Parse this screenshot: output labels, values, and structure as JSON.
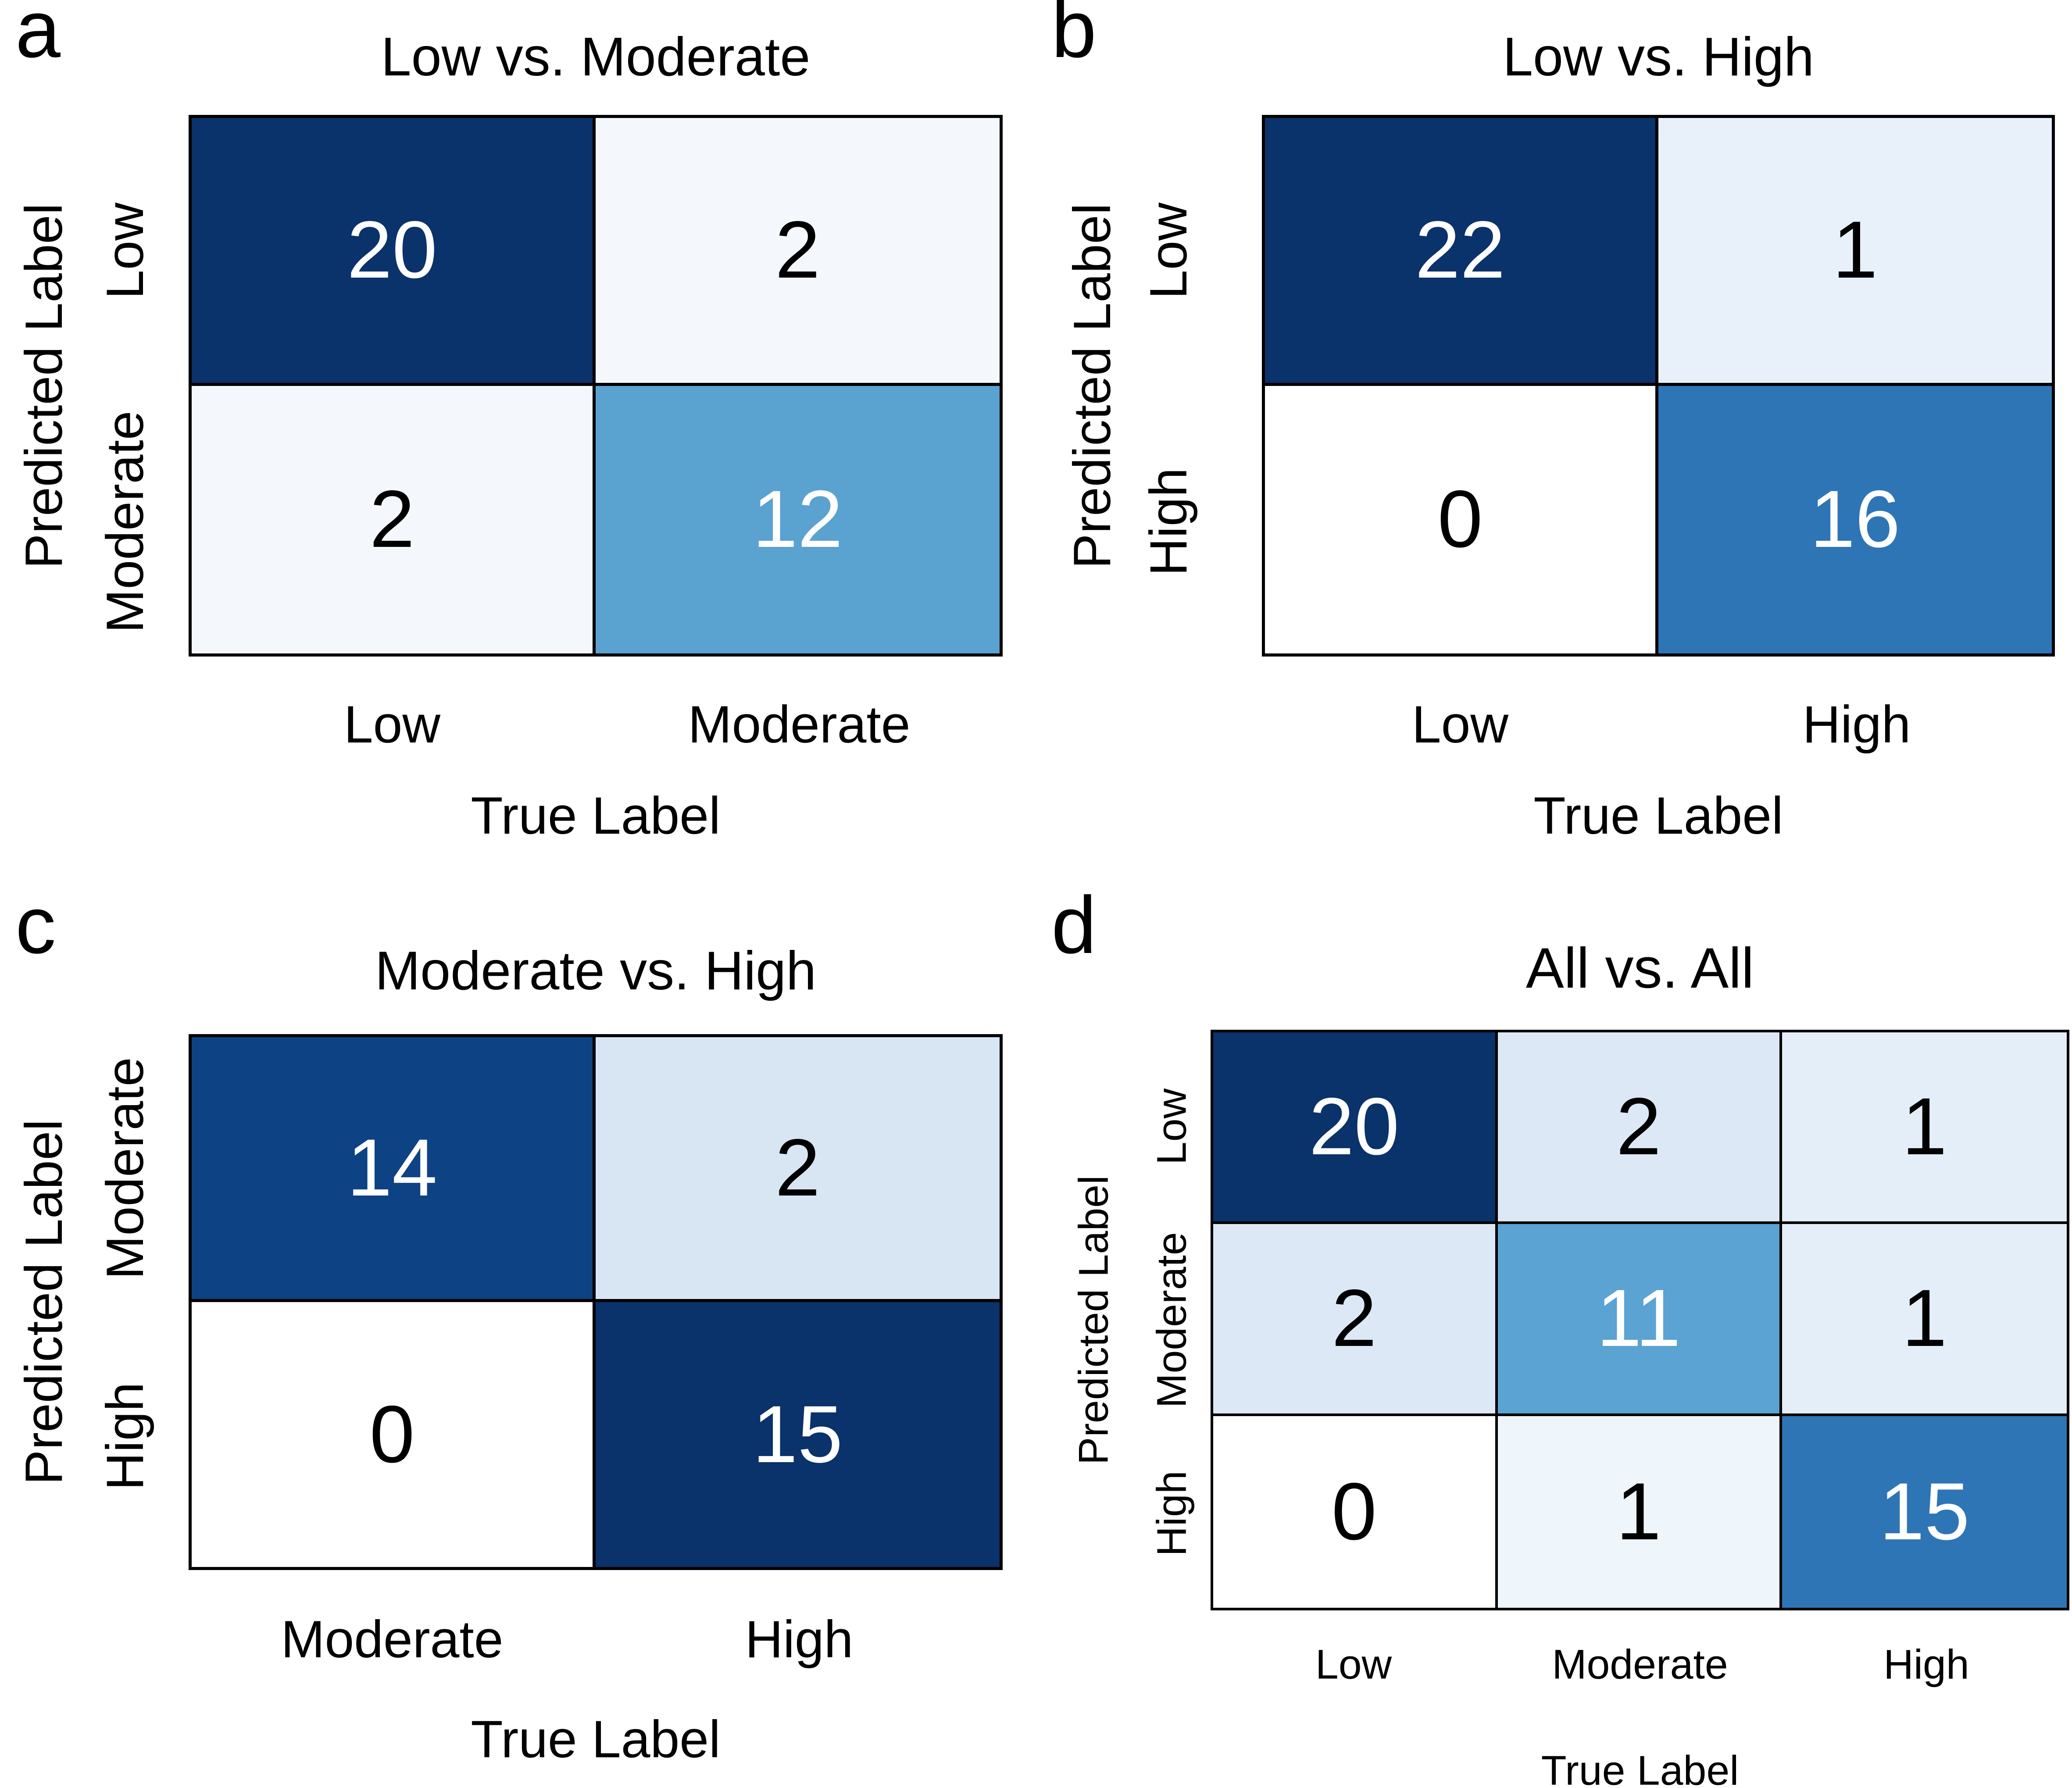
{
  "figure": {
    "background": "#ffffff",
    "grid_line_color": "#000000",
    "panels": [
      {
        "letter": "a",
        "title": "Low vs. Moderate",
        "xlabel": "True Label",
        "ylabel": "Predicted Label",
        "row_labels": [
          "Low",
          "Moderate"
        ],
        "col_labels": [
          "Low",
          "Moderate"
        ],
        "cells": [
          [
            {
              "value": "20",
              "bg": "#0a326b",
              "fg": "#ffffff"
            },
            {
              "value": "2",
              "bg": "#f4f8fd",
              "fg": "#000000"
            }
          ],
          [
            {
              "value": "2",
              "bg": "#f4f8fd",
              "fg": "#000000"
            },
            {
              "value": "12",
              "bg": "#5aa2d0",
              "fg": "#ffffff"
            }
          ]
        ]
      },
      {
        "letter": "b",
        "title": "Low vs. High",
        "xlabel": "True Label",
        "ylabel": "Predicted Label",
        "row_labels": [
          "Low",
          "High"
        ],
        "col_labels": [
          "Low",
          "High"
        ],
        "cells": [
          [
            {
              "value": "22",
              "bg": "#0a326b",
              "fg": "#ffffff"
            },
            {
              "value": "1",
              "bg": "#e8f1fa",
              "fg": "#000000"
            }
          ],
          [
            {
              "value": "0",
              "bg": "#ffffff",
              "fg": "#000000"
            },
            {
              "value": "16",
              "bg": "#2e75b6",
              "fg": "#ffffff"
            }
          ]
        ]
      },
      {
        "letter": "c",
        "title": "Moderate vs. High",
        "xlabel": "True Label",
        "ylabel": "Predicted Label",
        "row_labels": [
          "Moderate",
          "High"
        ],
        "col_labels": [
          "Moderate",
          "High"
        ],
        "cells": [
          [
            {
              "value": "14",
              "bg": "#0d4284",
              "fg": "#ffffff"
            },
            {
              "value": "2",
              "bg": "#d8e6f3",
              "fg": "#000000"
            }
          ],
          [
            {
              "value": "0",
              "bg": "#ffffff",
              "fg": "#000000"
            },
            {
              "value": "15",
              "bg": "#0a326b",
              "fg": "#ffffff"
            }
          ]
        ]
      },
      {
        "letter": "d",
        "title": "All vs. All",
        "xlabel": "True Label",
        "ylabel": "Predicted Label",
        "row_labels": [
          "Low",
          "Moderate",
          "High"
        ],
        "col_labels": [
          "Low",
          "Moderate",
          "High"
        ],
        "cells": [
          [
            {
              "value": "20",
              "bg": "#0a326b",
              "fg": "#ffffff"
            },
            {
              "value": "2",
              "bg": "#dce8f5",
              "fg": "#000000"
            },
            {
              "value": "1",
              "bg": "#e4eef9",
              "fg": "#000000"
            }
          ],
          [
            {
              "value": "2",
              "bg": "#dce8f5",
              "fg": "#000000"
            },
            {
              "value": "11",
              "bg": "#5aa3d2",
              "fg": "#ffffff"
            },
            {
              "value": "1",
              "bg": "#e4eef9",
              "fg": "#000000"
            }
          ],
          [
            {
              "value": "0",
              "bg": "#ffffff",
              "fg": "#000000"
            },
            {
              "value": "1",
              "bg": "#eef5fb",
              "fg": "#000000"
            },
            {
              "value": "15",
              "bg": "#2e75b6",
              "fg": "#ffffff"
            }
          ]
        ]
      }
    ]
  },
  "chart_data": [
    {
      "type": "heatmap",
      "title": "Low vs. Moderate",
      "xlabel": "True Label",
      "ylabel": "Predicted Label",
      "x_categories": [
        "Low",
        "Moderate"
      ],
      "y_categories": [
        "Low",
        "Moderate"
      ],
      "values": [
        [
          20,
          2
        ],
        [
          2,
          12
        ]
      ],
      "colormap": "Blues",
      "grid": true,
      "legend": false
    },
    {
      "type": "heatmap",
      "title": "Low vs. High",
      "xlabel": "True Label",
      "ylabel": "Predicted Label",
      "x_categories": [
        "Low",
        "High"
      ],
      "y_categories": [
        "Low",
        "High"
      ],
      "values": [
        [
          22,
          1
        ],
        [
          0,
          16
        ]
      ],
      "colormap": "Blues",
      "grid": true,
      "legend": false
    },
    {
      "type": "heatmap",
      "title": "Moderate vs. High",
      "xlabel": "True Label",
      "ylabel": "Predicted Label",
      "x_categories": [
        "Moderate",
        "High"
      ],
      "y_categories": [
        "Moderate",
        "High"
      ],
      "values": [
        [
          14,
          2
        ],
        [
          0,
          15
        ]
      ],
      "colormap": "Blues",
      "grid": true,
      "legend": false
    },
    {
      "type": "heatmap",
      "title": "All vs. All",
      "xlabel": "True Label",
      "ylabel": "Predicted Label",
      "x_categories": [
        "Low",
        "Moderate",
        "High"
      ],
      "y_categories": [
        "Low",
        "Moderate",
        "High"
      ],
      "values": [
        [
          20,
          2,
          1
        ],
        [
          2,
          11,
          1
        ],
        [
          0,
          1,
          15
        ]
      ],
      "colormap": "Blues",
      "grid": true,
      "legend": false
    }
  ]
}
